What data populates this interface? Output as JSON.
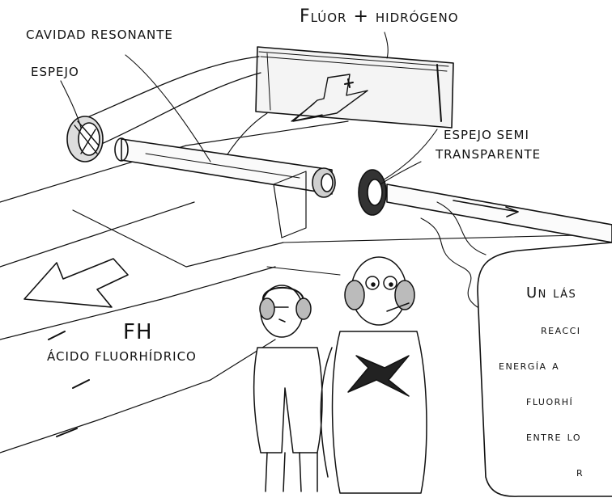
{
  "labels": {
    "top": "Flúor + hidrógeno",
    "cavity": "CAVIDAD RESONANTE",
    "mirror": "ESPEJO",
    "semi_mirror_1": "ESPEJO SEMI",
    "semi_mirror_2": "TRANSPARENTE",
    "fh": "FH",
    "acid": "ÁCIDO FLUORHÍDRICO"
  },
  "speech": {
    "lines": [
      "Un lás",
      "reacci",
      "energía a",
      "fluorhí",
      "entre lo",
      "r"
    ]
  }
}
